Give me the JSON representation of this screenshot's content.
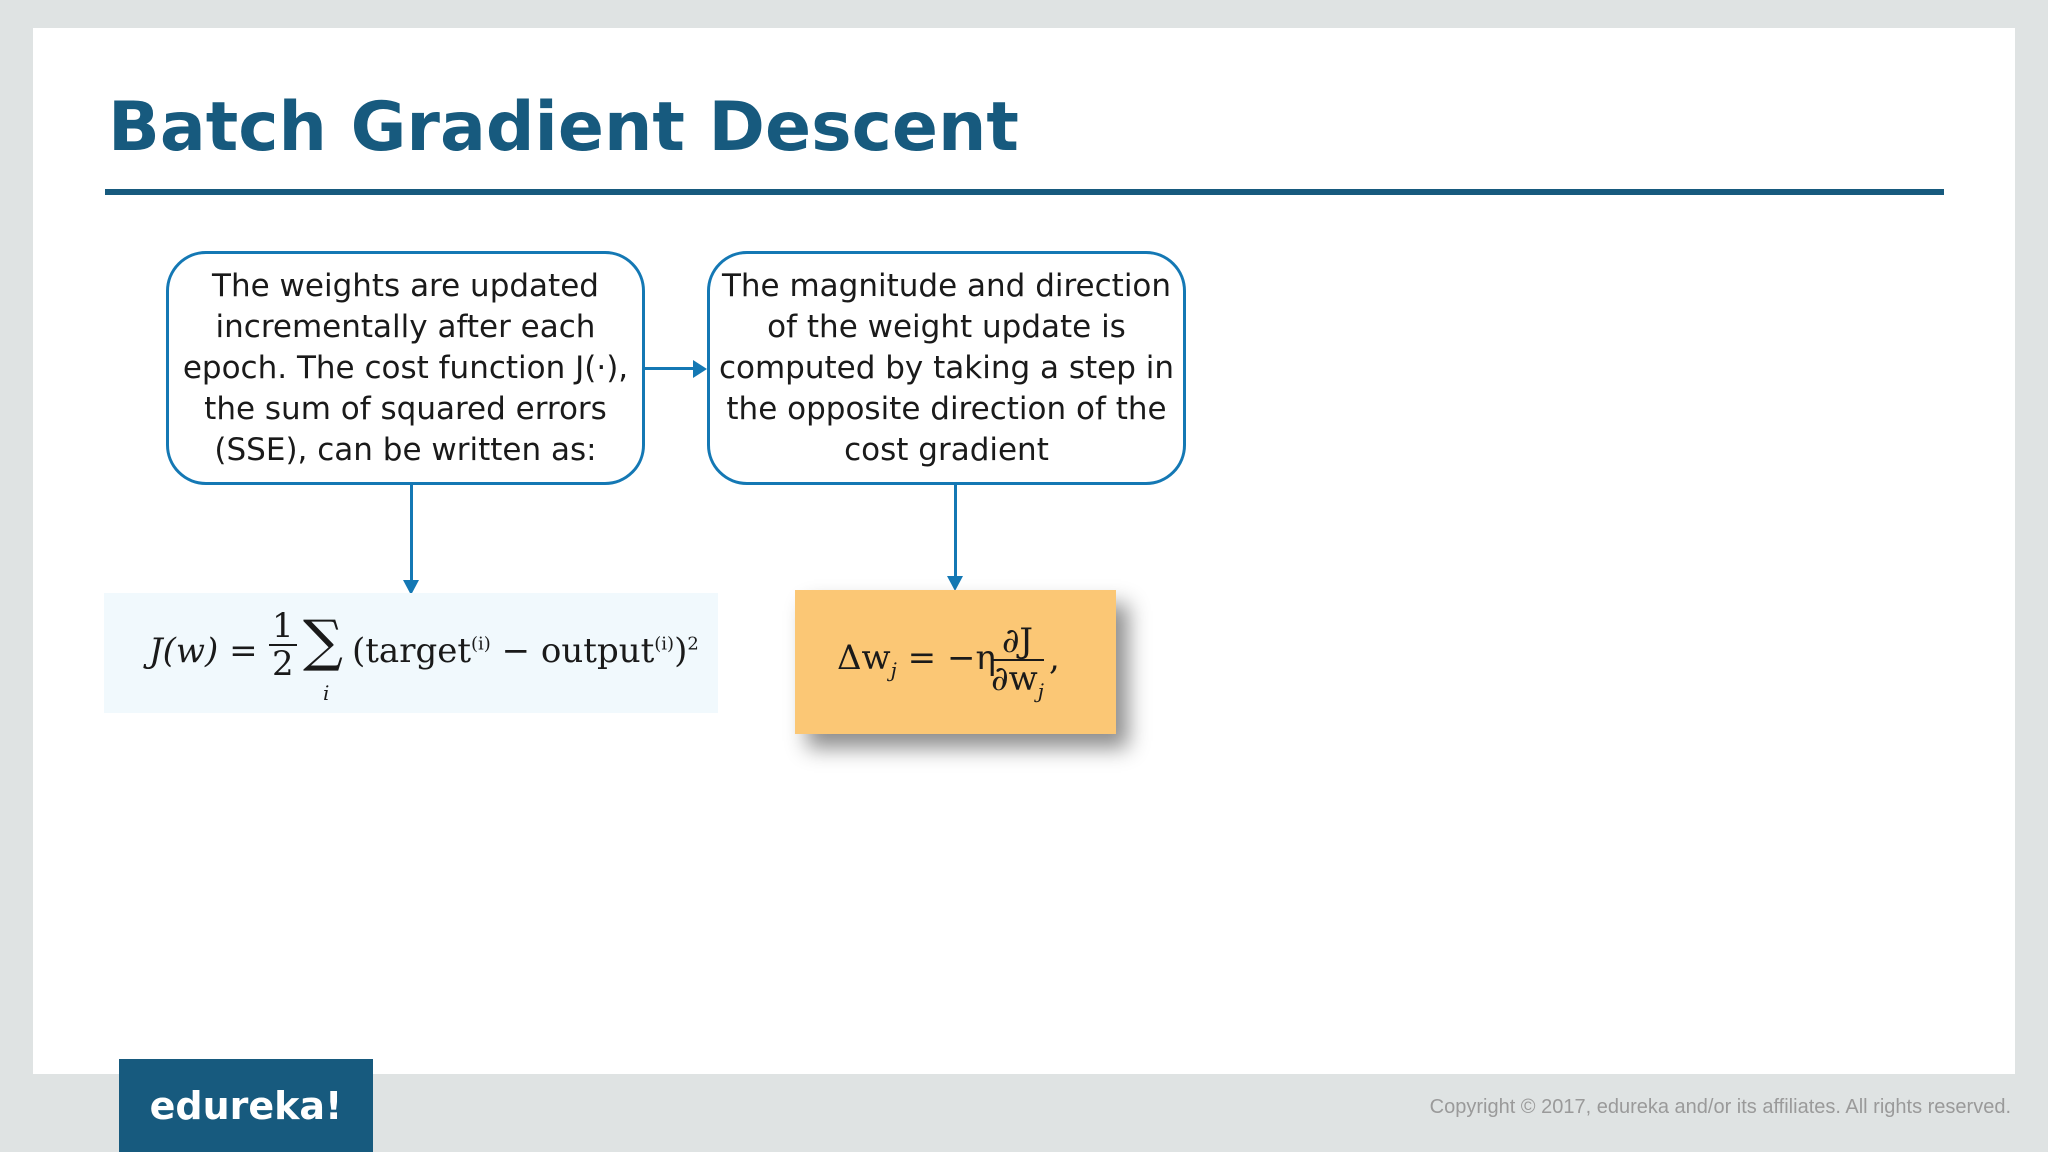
{
  "slide": {
    "title": "Batch Gradient Descent"
  },
  "callouts": {
    "left": {
      "lines": [
        "The weights are updated",
        "incrementally after each",
        "epoch. The cost function J(·),",
        "the sum of squared errors",
        "(SSE), can be written as:"
      ]
    },
    "right": {
      "lines": [
        "The magnitude and direction",
        "of the weight update is",
        "computed by taking a step in",
        "the opposite direction of the",
        "cost gradient"
      ]
    }
  },
  "formulas": {
    "cost": {
      "lhs": "J(w) =",
      "frac_num": "1",
      "frac_den": "2",
      "sigma": "∑",
      "sigma_sub": "i",
      "body_open": "(target",
      "sup_i_1": "(i)",
      "minus": " − output",
      "sup_i_2": "(i)",
      "body_close": ")",
      "square": "2"
    },
    "update": {
      "lhs": "Δw",
      "lhs_sub": "j",
      "eq": " = −η",
      "frac_num": "∂J",
      "frac_den": "∂w",
      "frac_den_sub": "j",
      "tail": ","
    }
  },
  "footer": {
    "logo": "edureka!",
    "copyright": "Copyright © 2017, edureka and/or its affiliates. All rights reserved."
  },
  "colors": {
    "brand_blue": "#175a7e",
    "arrow_blue": "#1478b4",
    "formula_highlight": "#fbc775"
  }
}
